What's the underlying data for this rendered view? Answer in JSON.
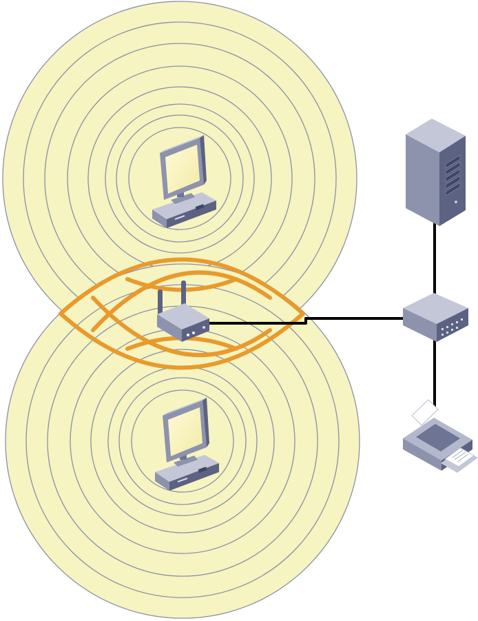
{
  "diagram": {
    "nodes": [
      {
        "id": "computer-top",
        "kind": "desktop-computer",
        "icon": "desktop-computer-icon"
      },
      {
        "id": "computer-bottom",
        "kind": "desktop-computer",
        "icon": "desktop-computer-icon"
      },
      {
        "id": "wireless-router",
        "kind": "wireless-access-point",
        "icon": "wireless-router-icon"
      },
      {
        "id": "server",
        "kind": "tower-server",
        "icon": "server-icon"
      },
      {
        "id": "network-switch",
        "kind": "switch",
        "icon": "switch-icon"
      },
      {
        "id": "printer",
        "kind": "printer",
        "icon": "printer-icon"
      }
    ],
    "links": [
      {
        "from": "wireless-router",
        "to": "network-switch",
        "type": "wired"
      },
      {
        "from": "server",
        "to": "network-switch",
        "type": "wired"
      },
      {
        "from": "network-switch",
        "to": "printer",
        "type": "wired"
      },
      {
        "from": "computer-top",
        "to": "wireless-router",
        "type": "wireless"
      },
      {
        "from": "computer-bottom",
        "to": "wireless-router",
        "type": "wireless"
      }
    ],
    "colors": {
      "coverage_fill": "#f6f4c0",
      "coverage_ring": "#8a8fa8",
      "signal_arc": "#e89a2c",
      "cable": "#000000",
      "device_body": "#8d93ad",
      "device_dark": "#5c6282",
      "device_light": "#c3c7d8",
      "screen": "#fbf6c2"
    }
  }
}
